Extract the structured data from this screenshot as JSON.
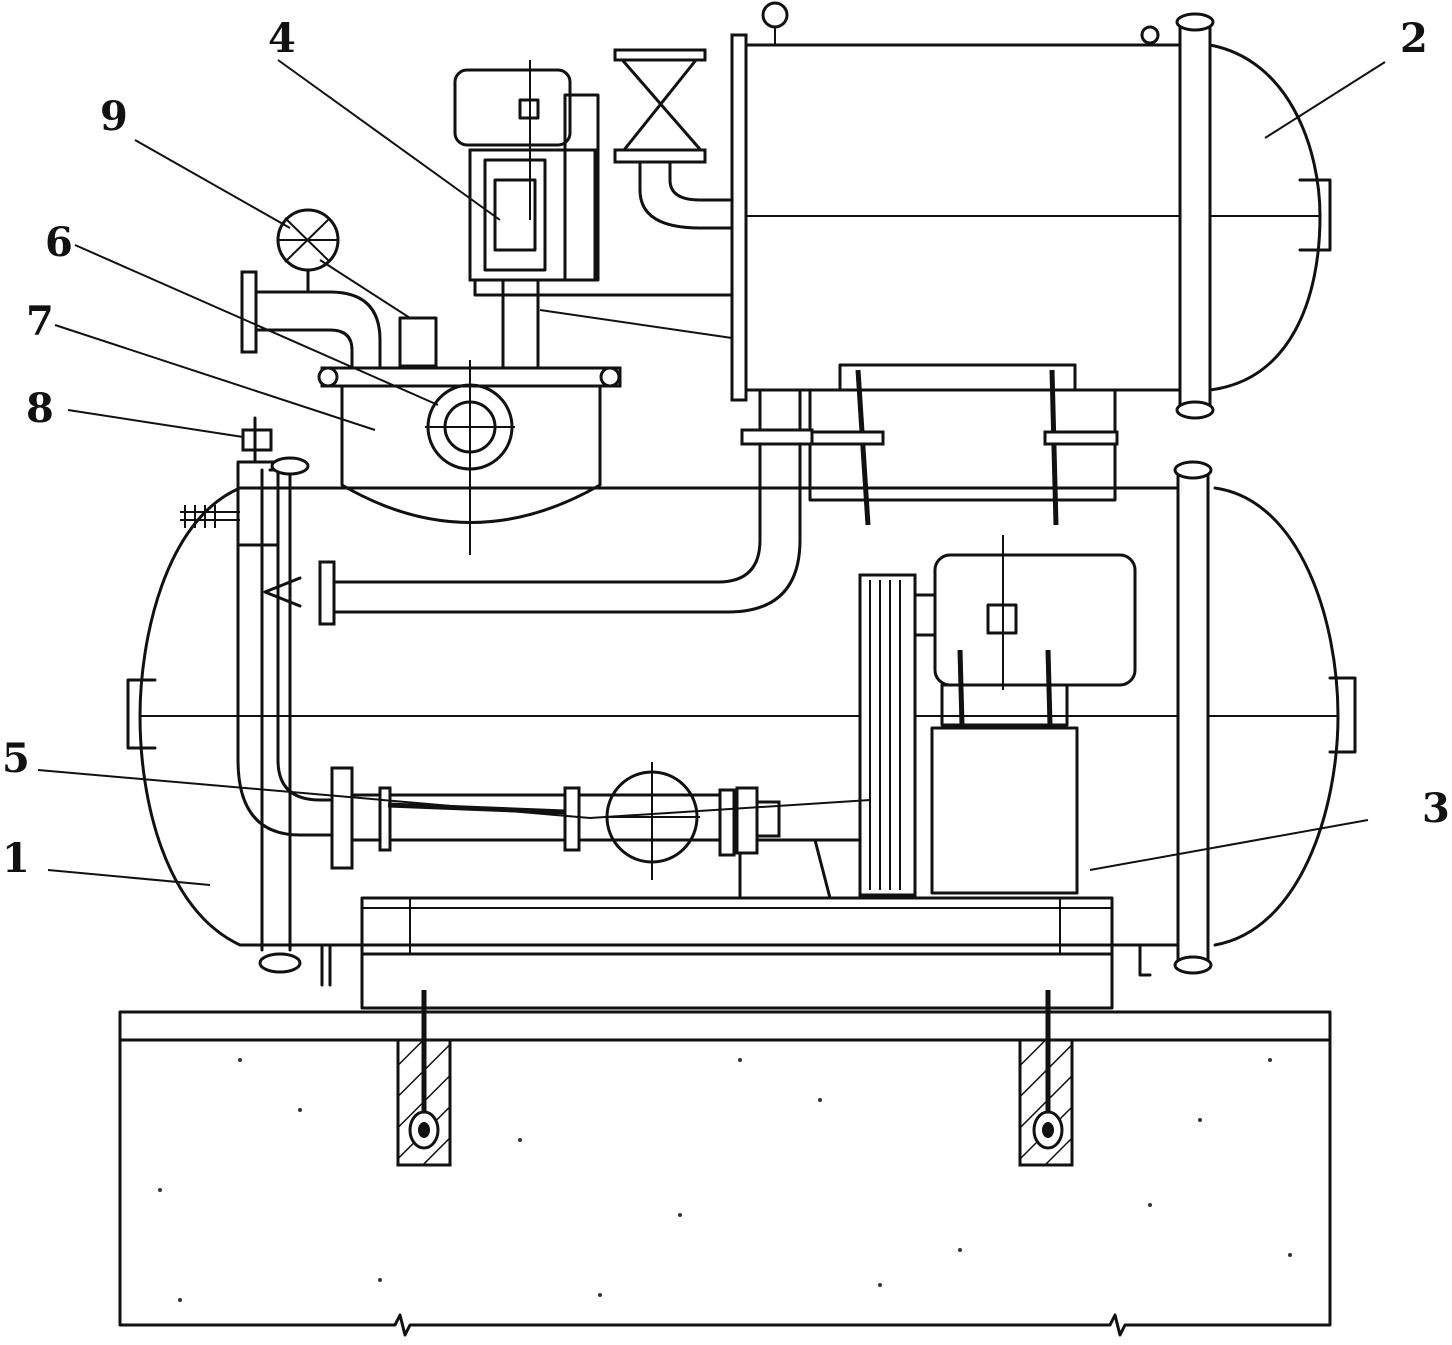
{
  "labels": [
    {
      "id": "1",
      "text": "1"
    },
    {
      "id": "2",
      "text": "2"
    },
    {
      "id": "3",
      "text": "3"
    },
    {
      "id": "4",
      "text": "4"
    },
    {
      "id": "5",
      "text": "5"
    },
    {
      "id": "6",
      "text": "6"
    },
    {
      "id": "7",
      "text": "7"
    },
    {
      "id": "8",
      "text": "8"
    },
    {
      "id": "9",
      "text": "9"
    }
  ],
  "colors": {
    "line": "#111111",
    "background": "#ffffff",
    "hatch": "#111111"
  }
}
